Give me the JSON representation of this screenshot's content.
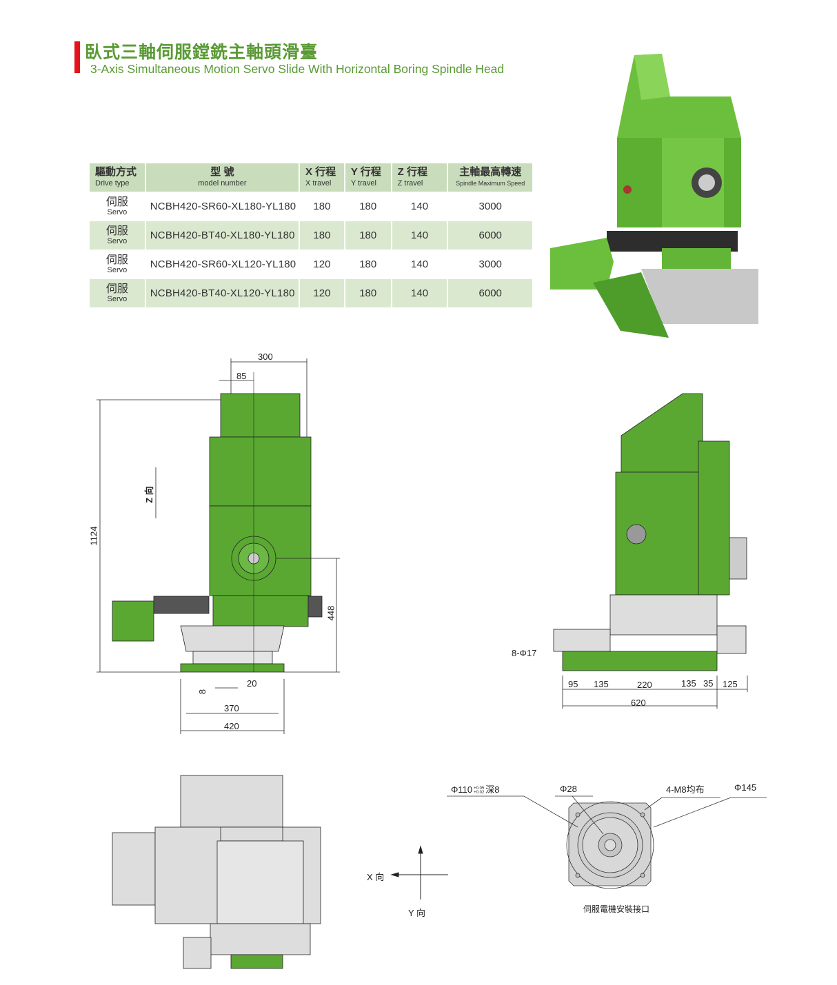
{
  "header": {
    "title": "臥式三軸伺服鏜銑主軸頭滑臺",
    "subtitle": "3-Axis Simultaneous Motion Servo Slide With Horizontal Boring Spindle Head"
  },
  "table": {
    "columns": [
      {
        "zh": "驅動方式",
        "en": "Drive type"
      },
      {
        "zh": "型 號",
        "en": "model number"
      },
      {
        "zh": "X 行程",
        "en": "X travel"
      },
      {
        "zh": "Y 行程",
        "en": "Y travel"
      },
      {
        "zh": "Z 行程",
        "en": "Z travel"
      },
      {
        "zh": "主軸最高轉速",
        "en": "Spindle Maximum Speed"
      }
    ],
    "rows": [
      {
        "drive_zh": "伺服",
        "drive_en": "Servo",
        "model": "NCBH420-SR60-XL180-YL180",
        "x": "180",
        "y": "180",
        "z": "140",
        "speed": "3000"
      },
      {
        "drive_zh": "伺服",
        "drive_en": "Servo",
        "model": "NCBH420-BT40-XL180-YL180",
        "x": "180",
        "y": "180",
        "z": "140",
        "speed": "6000"
      },
      {
        "drive_zh": "伺服",
        "drive_en": "Servo",
        "model": "NCBH420-SR60-XL120-YL180",
        "x": "120",
        "y": "180",
        "z": "140",
        "speed": "3000"
      },
      {
        "drive_zh": "伺服",
        "drive_en": "Servo",
        "model": "NCBH420-BT40-XL120-YL180",
        "x": "120",
        "y": "180",
        "z": "140",
        "speed": "6000"
      }
    ]
  },
  "front_view": {
    "d300": "300",
    "d85": "85",
    "d1124": "1124",
    "z_dir": "Z 向",
    "d448": "448",
    "d8": "8",
    "d20": "20",
    "d370": "370",
    "d420": "420"
  },
  "side_view": {
    "holes": "8-Φ17",
    "d95": "95",
    "d135a": "135",
    "d220": "220",
    "d135b": "135",
    "d35": "35",
    "d125": "125",
    "d620": "620"
  },
  "axes": {
    "x_dir": "X 向",
    "y_dir": "Y 向"
  },
  "motor_interface": {
    "bore": "Φ110",
    "tol_upper": "+0.05",
    "tol_lower": "+0.02",
    "depth": "深8",
    "shaft": "Φ28",
    "bolts": "4-M8均布",
    "pcd": "Φ145",
    "caption": "伺服電機安裝接口"
  },
  "colors": {
    "brand_green": "#5a9a35",
    "machine_green": "#5aa832",
    "accent_red": "#e3141b",
    "table_header": "#c9dcbc"
  }
}
